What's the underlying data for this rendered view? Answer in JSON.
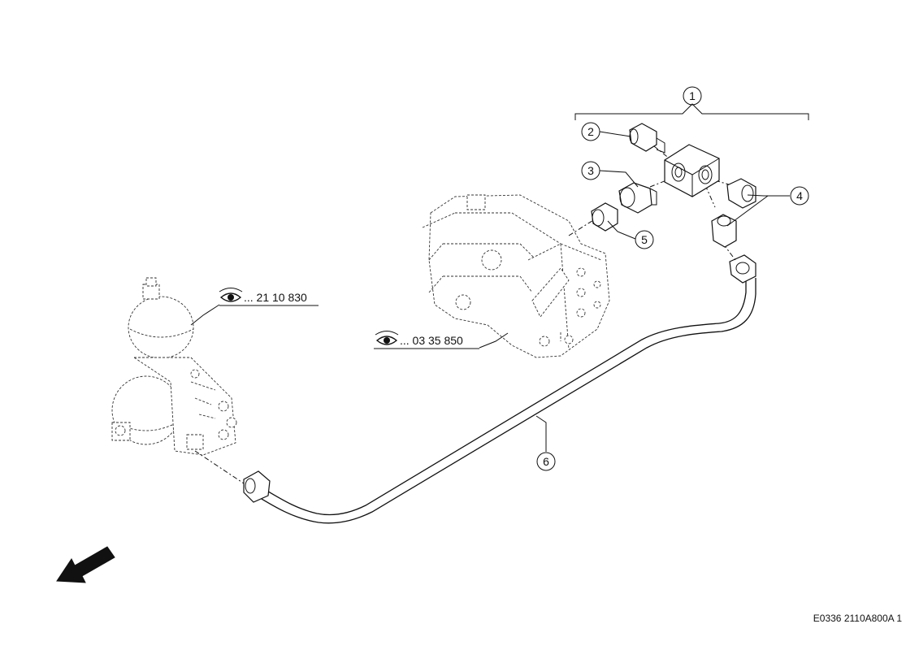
{
  "callouts": [
    {
      "id": "1",
      "label": "1"
    },
    {
      "id": "2",
      "label": "2"
    },
    {
      "id": "3",
      "label": "3"
    },
    {
      "id": "4",
      "label": "4"
    },
    {
      "id": "5",
      "label": "5"
    },
    {
      "id": "6",
      "label": "6"
    }
  ],
  "references": {
    "accumulator_ref": "... 21 10 830",
    "pump_ref": "... 03 35 850"
  },
  "document_code": "E0336 2110A800A 1",
  "icons": {
    "view_reference": "eye-icon",
    "direction": "direction-arrow-icon"
  }
}
